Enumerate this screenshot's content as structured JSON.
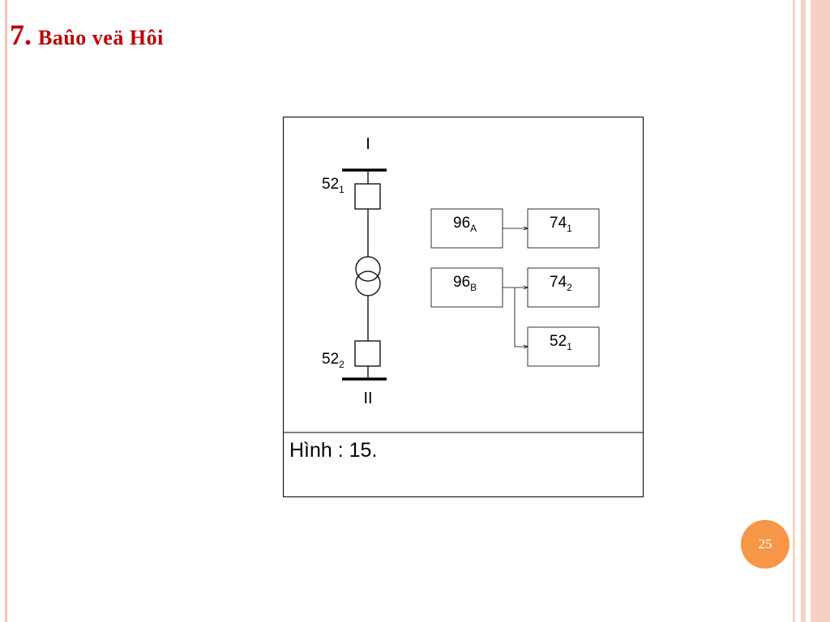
{
  "slide": {
    "title_number": "7.",
    "title_text": "Baûo veä Hôi",
    "page_number": "25",
    "colors": {
      "title": "#c00000",
      "badge": "#f79646",
      "frame": "#f3c5b6"
    }
  },
  "diagram": {
    "bus_top": "I",
    "bus_bottom": "II",
    "breaker_top": {
      "base": "52",
      "sub": "1"
    },
    "breaker_bottom": {
      "base": "52",
      "sub": "2"
    },
    "relay_96a": {
      "base": "96",
      "sub": "A"
    },
    "relay_96b": {
      "base": "96",
      "sub": "B"
    },
    "relay_741": {
      "base": "74",
      "sub": "1"
    },
    "relay_742": {
      "base": "74",
      "sub": "2"
    },
    "relay_521": {
      "base": "52",
      "sub": "1"
    },
    "caption": "Hình : 15."
  }
}
